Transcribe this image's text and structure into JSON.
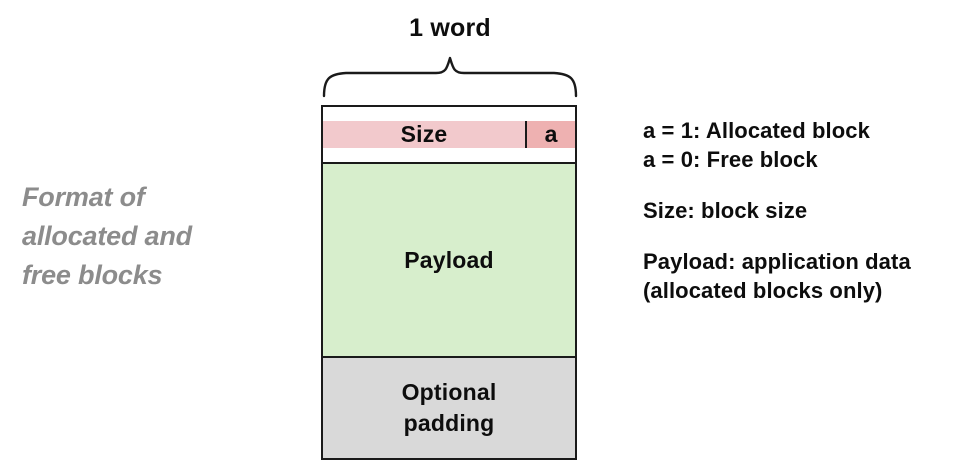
{
  "figure": {
    "caption_top": "1 word",
    "left_label_lines": [
      "Format of",
      "allocated and",
      "free blocks"
    ],
    "brace_icon": "curly-brace-up-icon"
  },
  "block_diagram": {
    "header": {
      "size_label": "Size",
      "flag_label": "a"
    },
    "payload_label": "Payload",
    "padding_lines": [
      "Optional",
      "padding"
    ]
  },
  "legend": {
    "groups": [
      {
        "lines": [
          "a = 1: Allocated block",
          "a = 0: Free block"
        ]
      },
      {
        "lines": [
          "Size: block size"
        ]
      },
      {
        "lines": [
          "Payload: application data",
          "(allocated blocks only)"
        ]
      }
    ]
  },
  "colors": {
    "header_fill": "#f2c9cc",
    "flag_fill": "#eeb1b1",
    "payload_fill": "#d7eecc",
    "padding_fill": "#d9d9d9",
    "border": "#1a1a1a",
    "left_label_text": "#8c8c8c",
    "body_text": "#0d0d0d",
    "background": "#ffffff"
  }
}
